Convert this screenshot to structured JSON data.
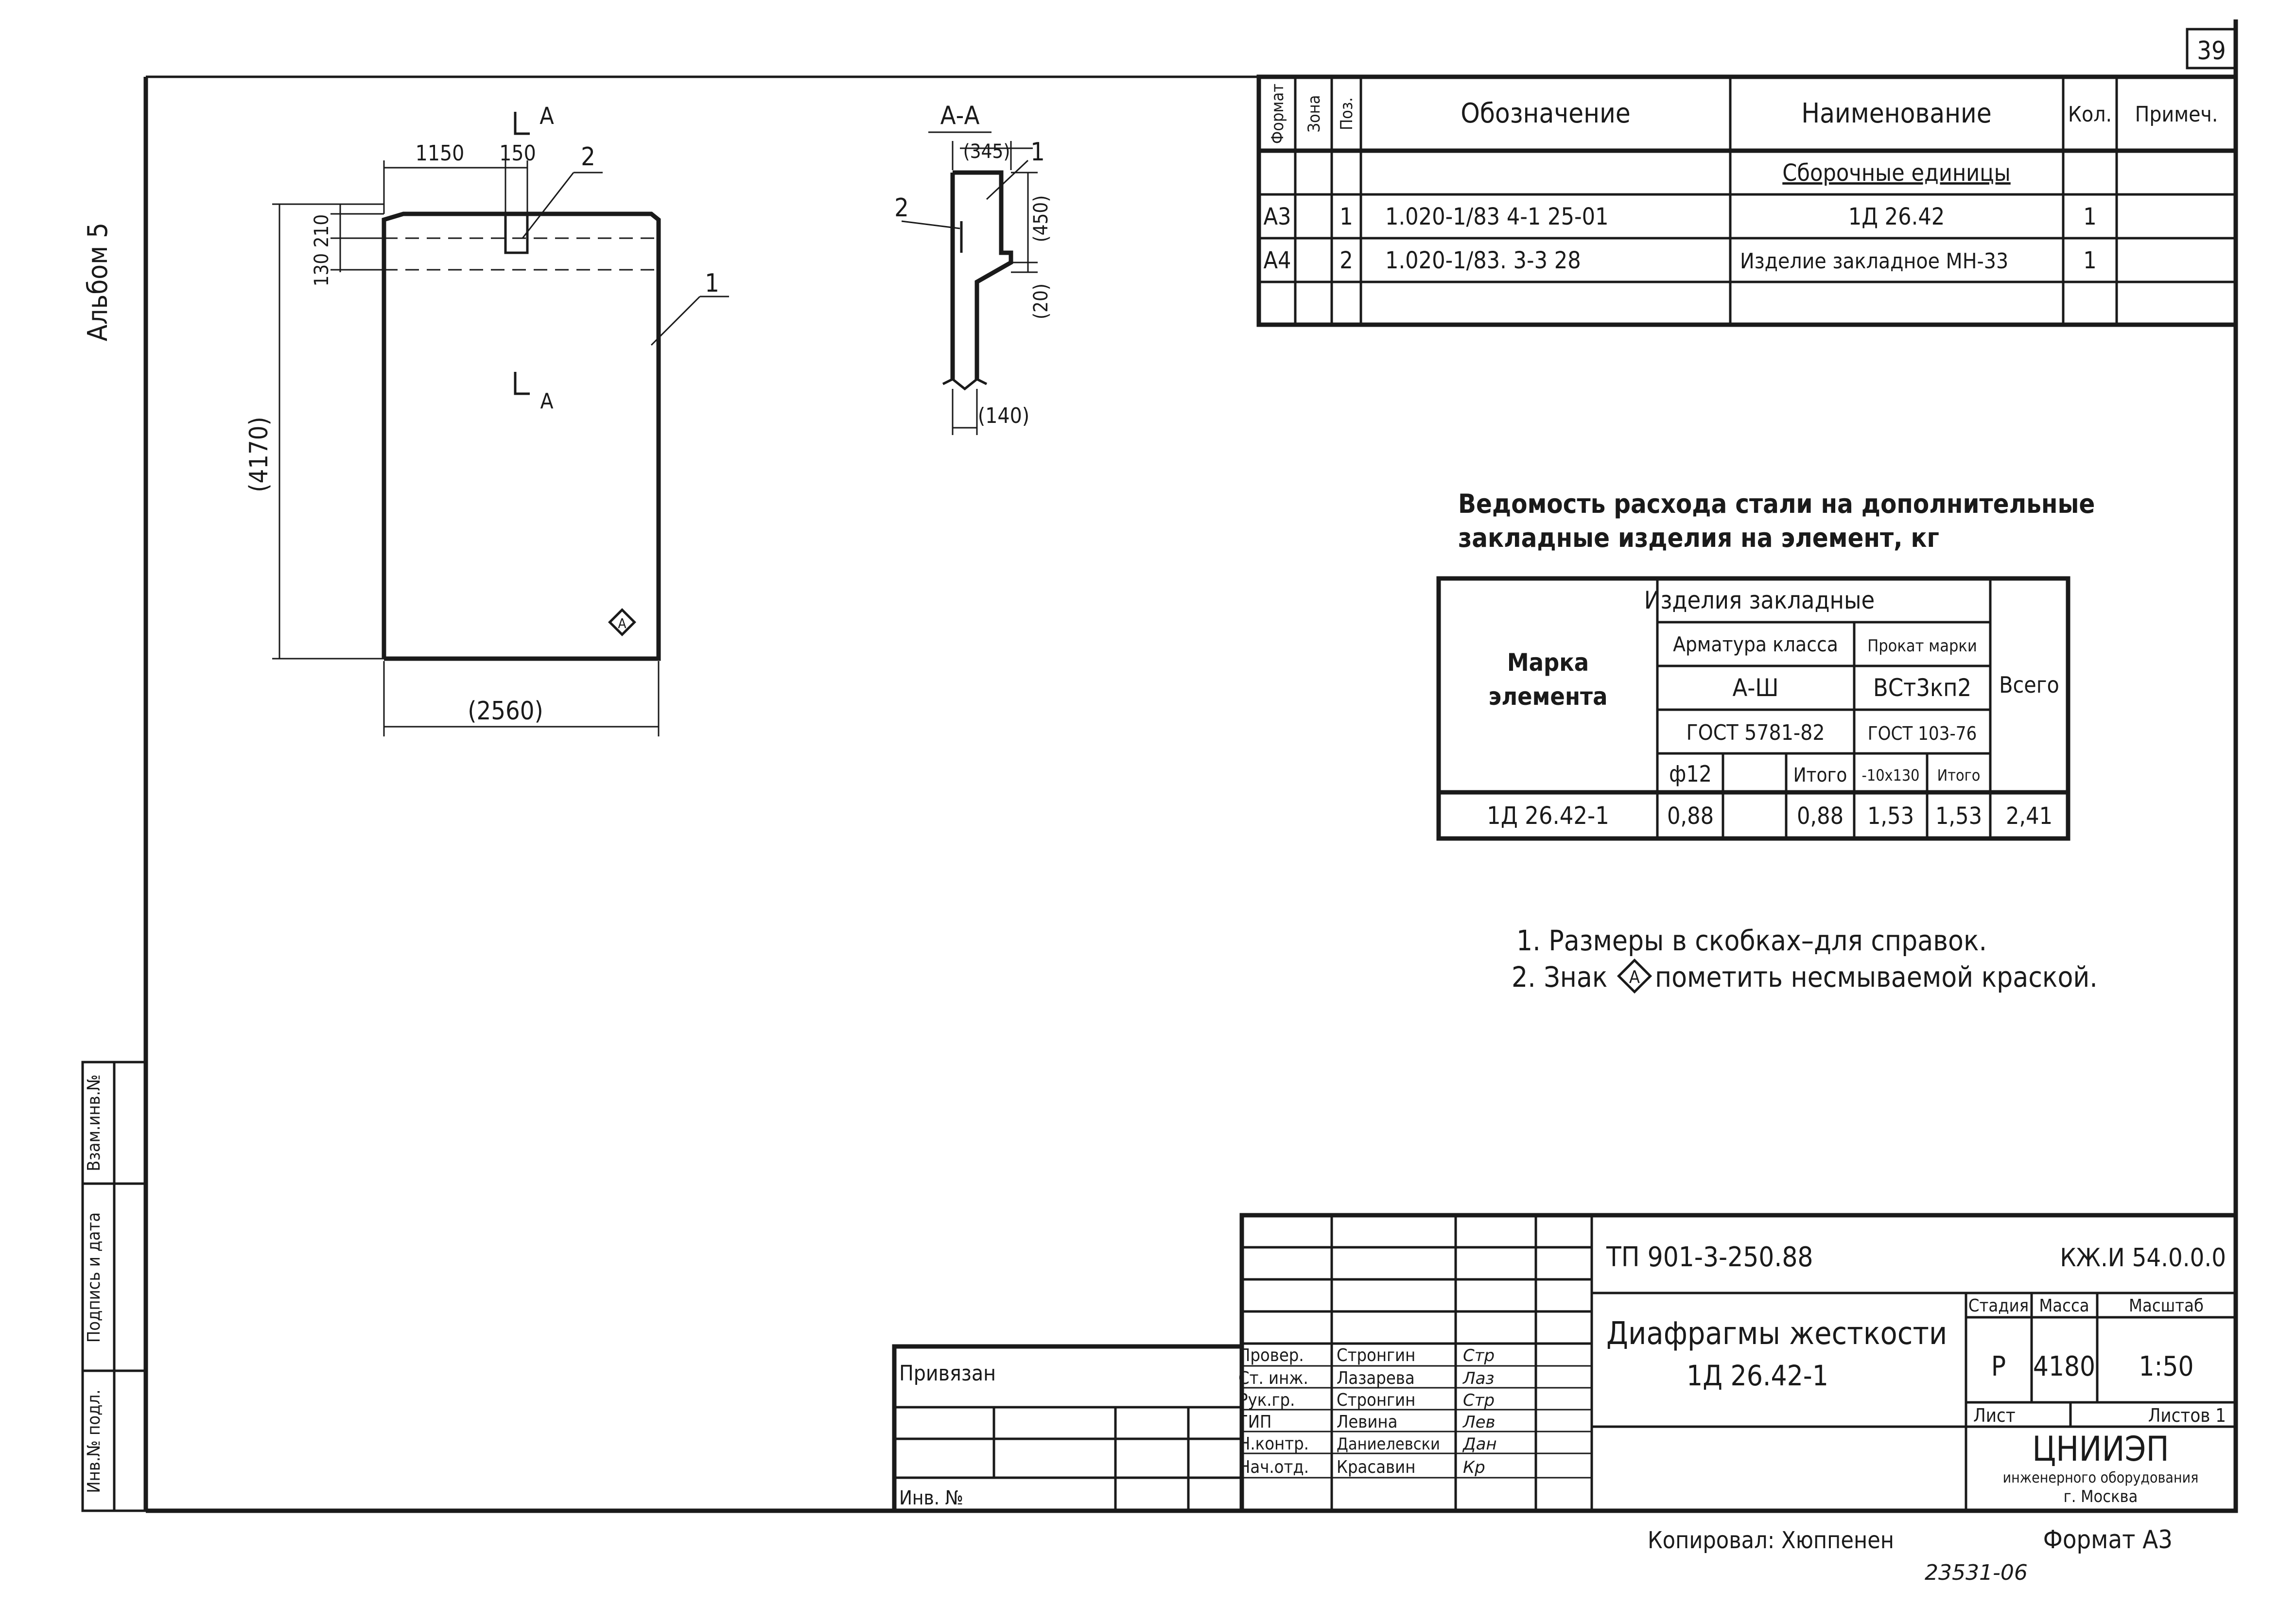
{
  "sheet_number": "39",
  "album_label": "Альбом 5",
  "drawing": {
    "section_mark": "А",
    "section_title": "А-А",
    "position_1": "1",
    "position_2": "2",
    "dim_1150": "1150",
    "dim_150": "150",
    "dim_210": "210",
    "dim_130": "130",
    "dim_4170": "(4170)",
    "dim_2560": "(2560)",
    "dim_345": "(345)",
    "dim_450": "(450)",
    "dim_20": "(20)",
    "dim_140": "(140)",
    "sign_letter": "А"
  },
  "spec_table": {
    "headers": {
      "format": "Формат",
      "zone": "Зона",
      "pos": "Поз.",
      "designation": "Обозначение",
      "name": "Наименование",
      "qty": "Кол.",
      "note": "Примеч."
    },
    "section_label": "Сборочные единицы",
    "rows": [
      {
        "format": "А3",
        "pos": "1",
        "designation": "1.020-1/83 4-1  25-01",
        "name": "1Д 26.42",
        "qty": "1"
      },
      {
        "format": "А4",
        "pos": "2",
        "designation": "1.020-1/83. 3-3  28",
        "name": "Изделие закладное МН-33",
        "qty": "1"
      }
    ]
  },
  "steel_title_line1": "Ведомость расхода стали на дополнительные",
  "steel_title_line2": "закладные изделия на элемент, кг",
  "steel_table": {
    "mark_header_line1": "Марка",
    "mark_header_line2": "элемента",
    "group_header": "Изделия закладные",
    "rebar_header": "Арматура класса",
    "rolled_header": "Прокат марки",
    "rebar_class": "А-Ш",
    "rolled_grade": "ВСт3кп2",
    "rebar_gost": "ГОСТ 5781-82",
    "rolled_gost": "ГОСТ 103-76",
    "col_phi12": "ф12",
    "col_total": "Итого",
    "col_strip": "-10х130",
    "col_total2": "Итого",
    "col_grand": "Всего",
    "row": {
      "mark": "1Д 26.42-1",
      "phi12": "0,88",
      "blank": "",
      "total": "0,88",
      "strip": "1,53",
      "total2": "1,53",
      "grand": "2,41"
    }
  },
  "notes": {
    "note1": "1. Размеры в скобках–для справок.",
    "note2_prefix": "2. Знак",
    "note2_letter": "А",
    "note2_suffix": "пометить несмываемой краской."
  },
  "left_strip": {
    "label1": "Инв.№ подл.",
    "label2": "Подпись и дата",
    "label3": "Взам.инв.№"
  },
  "title_block": {
    "privyazan": "Привязан",
    "inv_no": "Инв. №",
    "doc_code": "ТП 901-3-250.88",
    "doc_id": "КЖ.И 54.0.0.0",
    "title_line1": "Диафрагмы жесткости",
    "title_line2": "1Д 26.42-1",
    "stage_label": "Стадия",
    "mass_label": "Масса",
    "scale_label": "Масштаб",
    "stage": "Р",
    "mass": "4180",
    "scale": "1:50",
    "sheet_label": "Лист",
    "sheets_label": "Листов 1",
    "org_name": "ЦНИИЭП",
    "org_line2": "инженерного оборудования",
    "org_city": "г. Москва",
    "roles": [
      {
        "role": "Провер.",
        "name": "Стронгин",
        "sign": "Стр"
      },
      {
        "role": "Ст. инж.",
        "name": "Лазарева",
        "sign": "Лаз"
      },
      {
        "role": "Рук.гр.",
        "name": "Стронгин",
        "sign": "Стр"
      },
      {
        "role": "ГИП",
        "name": "Левина",
        "sign": "Лев"
      },
      {
        "role": "Н.контр.",
        "name": "Даниелевски",
        "sign": "Дан"
      },
      {
        "role": "Нач.отд.",
        "name": "Красавин",
        "sign": "Кр"
      }
    ]
  },
  "copied_by": "Копировал: Хюппенен",
  "format": "Формат А3",
  "archive_number": "23531-06"
}
